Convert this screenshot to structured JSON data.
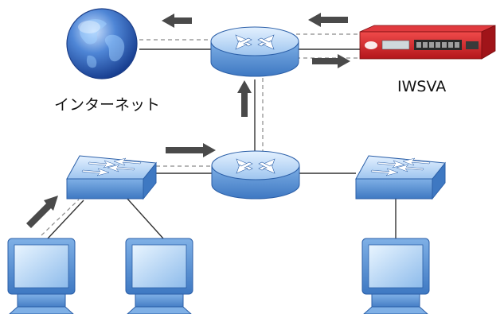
{
  "diagram": {
    "labels": {
      "internet": "インターネット",
      "iwsva": "IWSVA"
    },
    "nodes": [
      {
        "id": "internet",
        "kind": "globe-icon"
      },
      {
        "id": "router-top",
        "kind": "router-icon"
      },
      {
        "id": "iwsva",
        "kind": "appliance-icon"
      },
      {
        "id": "router-center",
        "kind": "router-icon"
      },
      {
        "id": "switch-left",
        "kind": "switch-icon"
      },
      {
        "id": "switch-right",
        "kind": "switch-icon"
      },
      {
        "id": "pc-1",
        "kind": "monitor-icon"
      },
      {
        "id": "pc-2",
        "kind": "monitor-icon"
      },
      {
        "id": "pc-3",
        "kind": "monitor-icon"
      }
    ],
    "links": [
      {
        "from": "internet",
        "to": "router-top"
      },
      {
        "from": "router-top",
        "to": "iwsva"
      },
      {
        "from": "router-top",
        "to": "router-center"
      },
      {
        "from": "switch-left",
        "to": "router-center"
      },
      {
        "from": "router-center",
        "to": "switch-right"
      },
      {
        "from": "switch-left",
        "to": "pc-1"
      },
      {
        "from": "switch-left",
        "to": "pc-2"
      },
      {
        "from": "switch-right",
        "to": "pc-3"
      }
    ],
    "colors": {
      "globe": "#2f5fb8",
      "device_blue": "#9cc3ee",
      "device_dark": "#3d78c4",
      "appliance_red": "#d8262b",
      "arrow": "#4a4a4a",
      "dashed": "#8a8a8a"
    }
  }
}
